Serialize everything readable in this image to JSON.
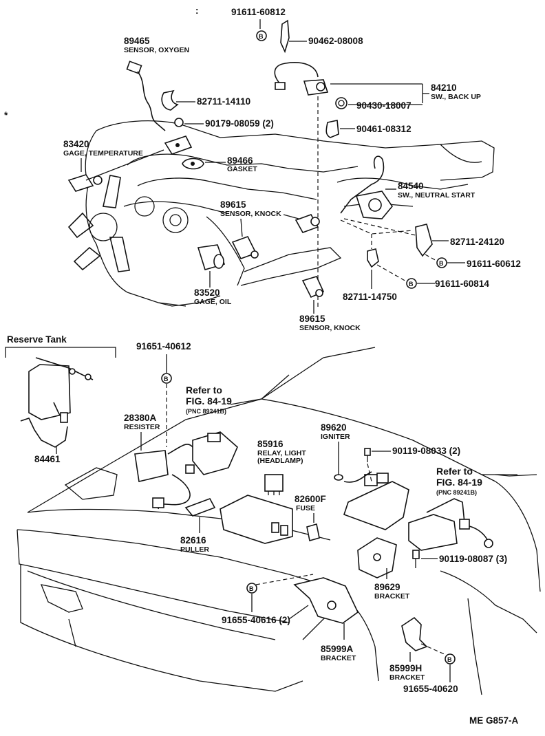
{
  "parts": {
    "p91611_60812": "91611-60812",
    "p90462_08008": "90462-08008",
    "p89465": "89465",
    "p89465_desc": "SENSOR, OXYGEN",
    "p82711_14110": "82711-14110",
    "p84210": "84210",
    "p84210_desc": "SW., BACK UP",
    "p90430_18007": "90430-18007",
    "p90179_08059": "90179-08059 (2)",
    "p90461_08312": "90461-08312",
    "p83420": "83420",
    "p83420_desc": "GAGE, TEMPERATURE",
    "p89466": "89466",
    "p89466_desc": "GASKET",
    "p84540": "84540",
    "p84540_desc": "SW., NEUTRAL START",
    "p89615a": "89615",
    "p89615a_desc": "SENSOR, KNOCK",
    "p82711_24120": "82711-24120",
    "p91611_60612": "91611-60612",
    "p91611_60814": "91611-60814",
    "p82711_14750": "82711-14750",
    "p83520": "83520",
    "p83520_desc": "GAGE, OIL",
    "p89615b": "89615",
    "p89615b_desc": "SENSOR, KNOCK",
    "reserve_tank": "Reserve Tank",
    "p84461": "84461",
    "p91651_40612": "91651-40612",
    "ref1_a": "Refer to",
    "ref1_b": "FIG. 84-19",
    "ref1_c": "(PNC 89241B)",
    "p28380a": "28380A",
    "p28380a_desc": "RESISTER",
    "p89620": "89620",
    "p89620_desc": "IGNITER",
    "p90119_08033": "90119-08033 (2)",
    "p85916": "85916",
    "p85916_desc1": "RELAY, LIGHT",
    "p85916_desc2": "(HEADLAMP)",
    "ref2_a": "Refer to",
    "ref2_b": "FIG. 84-19",
    "ref2_c": "(PNC 89241B)",
    "p82600f": "82600F",
    "p82600f_desc": "FUSE",
    "p82616": "82616",
    "p82616_desc": "PULLER",
    "p90119_08087": "90119-08087 (3)",
    "p89629": "89629",
    "p89629_desc": "BRACKET",
    "p91655_40616": "91655-40616 (2)",
    "p85999a": "85999A",
    "p85999a_desc": "BRACKET",
    "p85999h": "85999H",
    "p85999h_desc": "BRACKET",
    "p91655_40620": "91655-40620",
    "fig_code": "ME  G857-A",
    "b_mark": "B"
  }
}
